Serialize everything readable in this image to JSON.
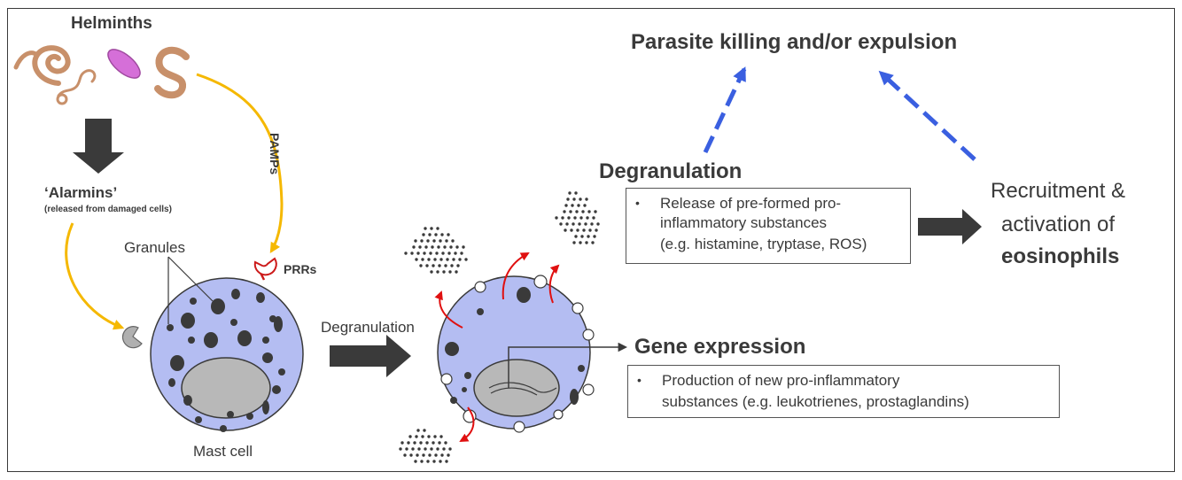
{
  "helminths_label": "Helminths",
  "alarmins_label": "‘Alarmins’",
  "alarmins_note": "(released from damaged cells)",
  "pamps_label": "PAMPs",
  "prrs_label": "PRRs",
  "granules_label": "Granules",
  "mast_cell_label": "Mast cell",
  "degranulation_arrow_label": "Degranulation",
  "outcome_title": "Parasite killing and/or expulsion",
  "degranulation_heading": "Degranulation",
  "degranulation_box": {
    "bullet": "•",
    "line1": "Release of pre-formed pro-",
    "line2": "inflammatory substances",
    "line3": "(e.g. histamine, tryptase, ROS)"
  },
  "gene_expression_heading": "Gene expression",
  "gene_box": {
    "bullet": "•",
    "line1": "Production of new pro-inflammatory",
    "line2": "substances  (e.g. leukotrienes, prostaglandins)"
  },
  "eosinophils": {
    "line1": "Recruitment &",
    "line2": "activation of",
    "line3": "eosinophils"
  },
  "colors": {
    "cell_fill": "#b4bdf2",
    "nucleus_fill": "#b8b8b8",
    "granule": "#3a3a3a",
    "pamps_arrow": "#f5b800",
    "red_arrow": "#e01010",
    "blue_dashed": "#3a5fe0",
    "block_arrow": "#3a3a3a",
    "worm": "#c8906a",
    "fluke": "#d56fd8"
  }
}
